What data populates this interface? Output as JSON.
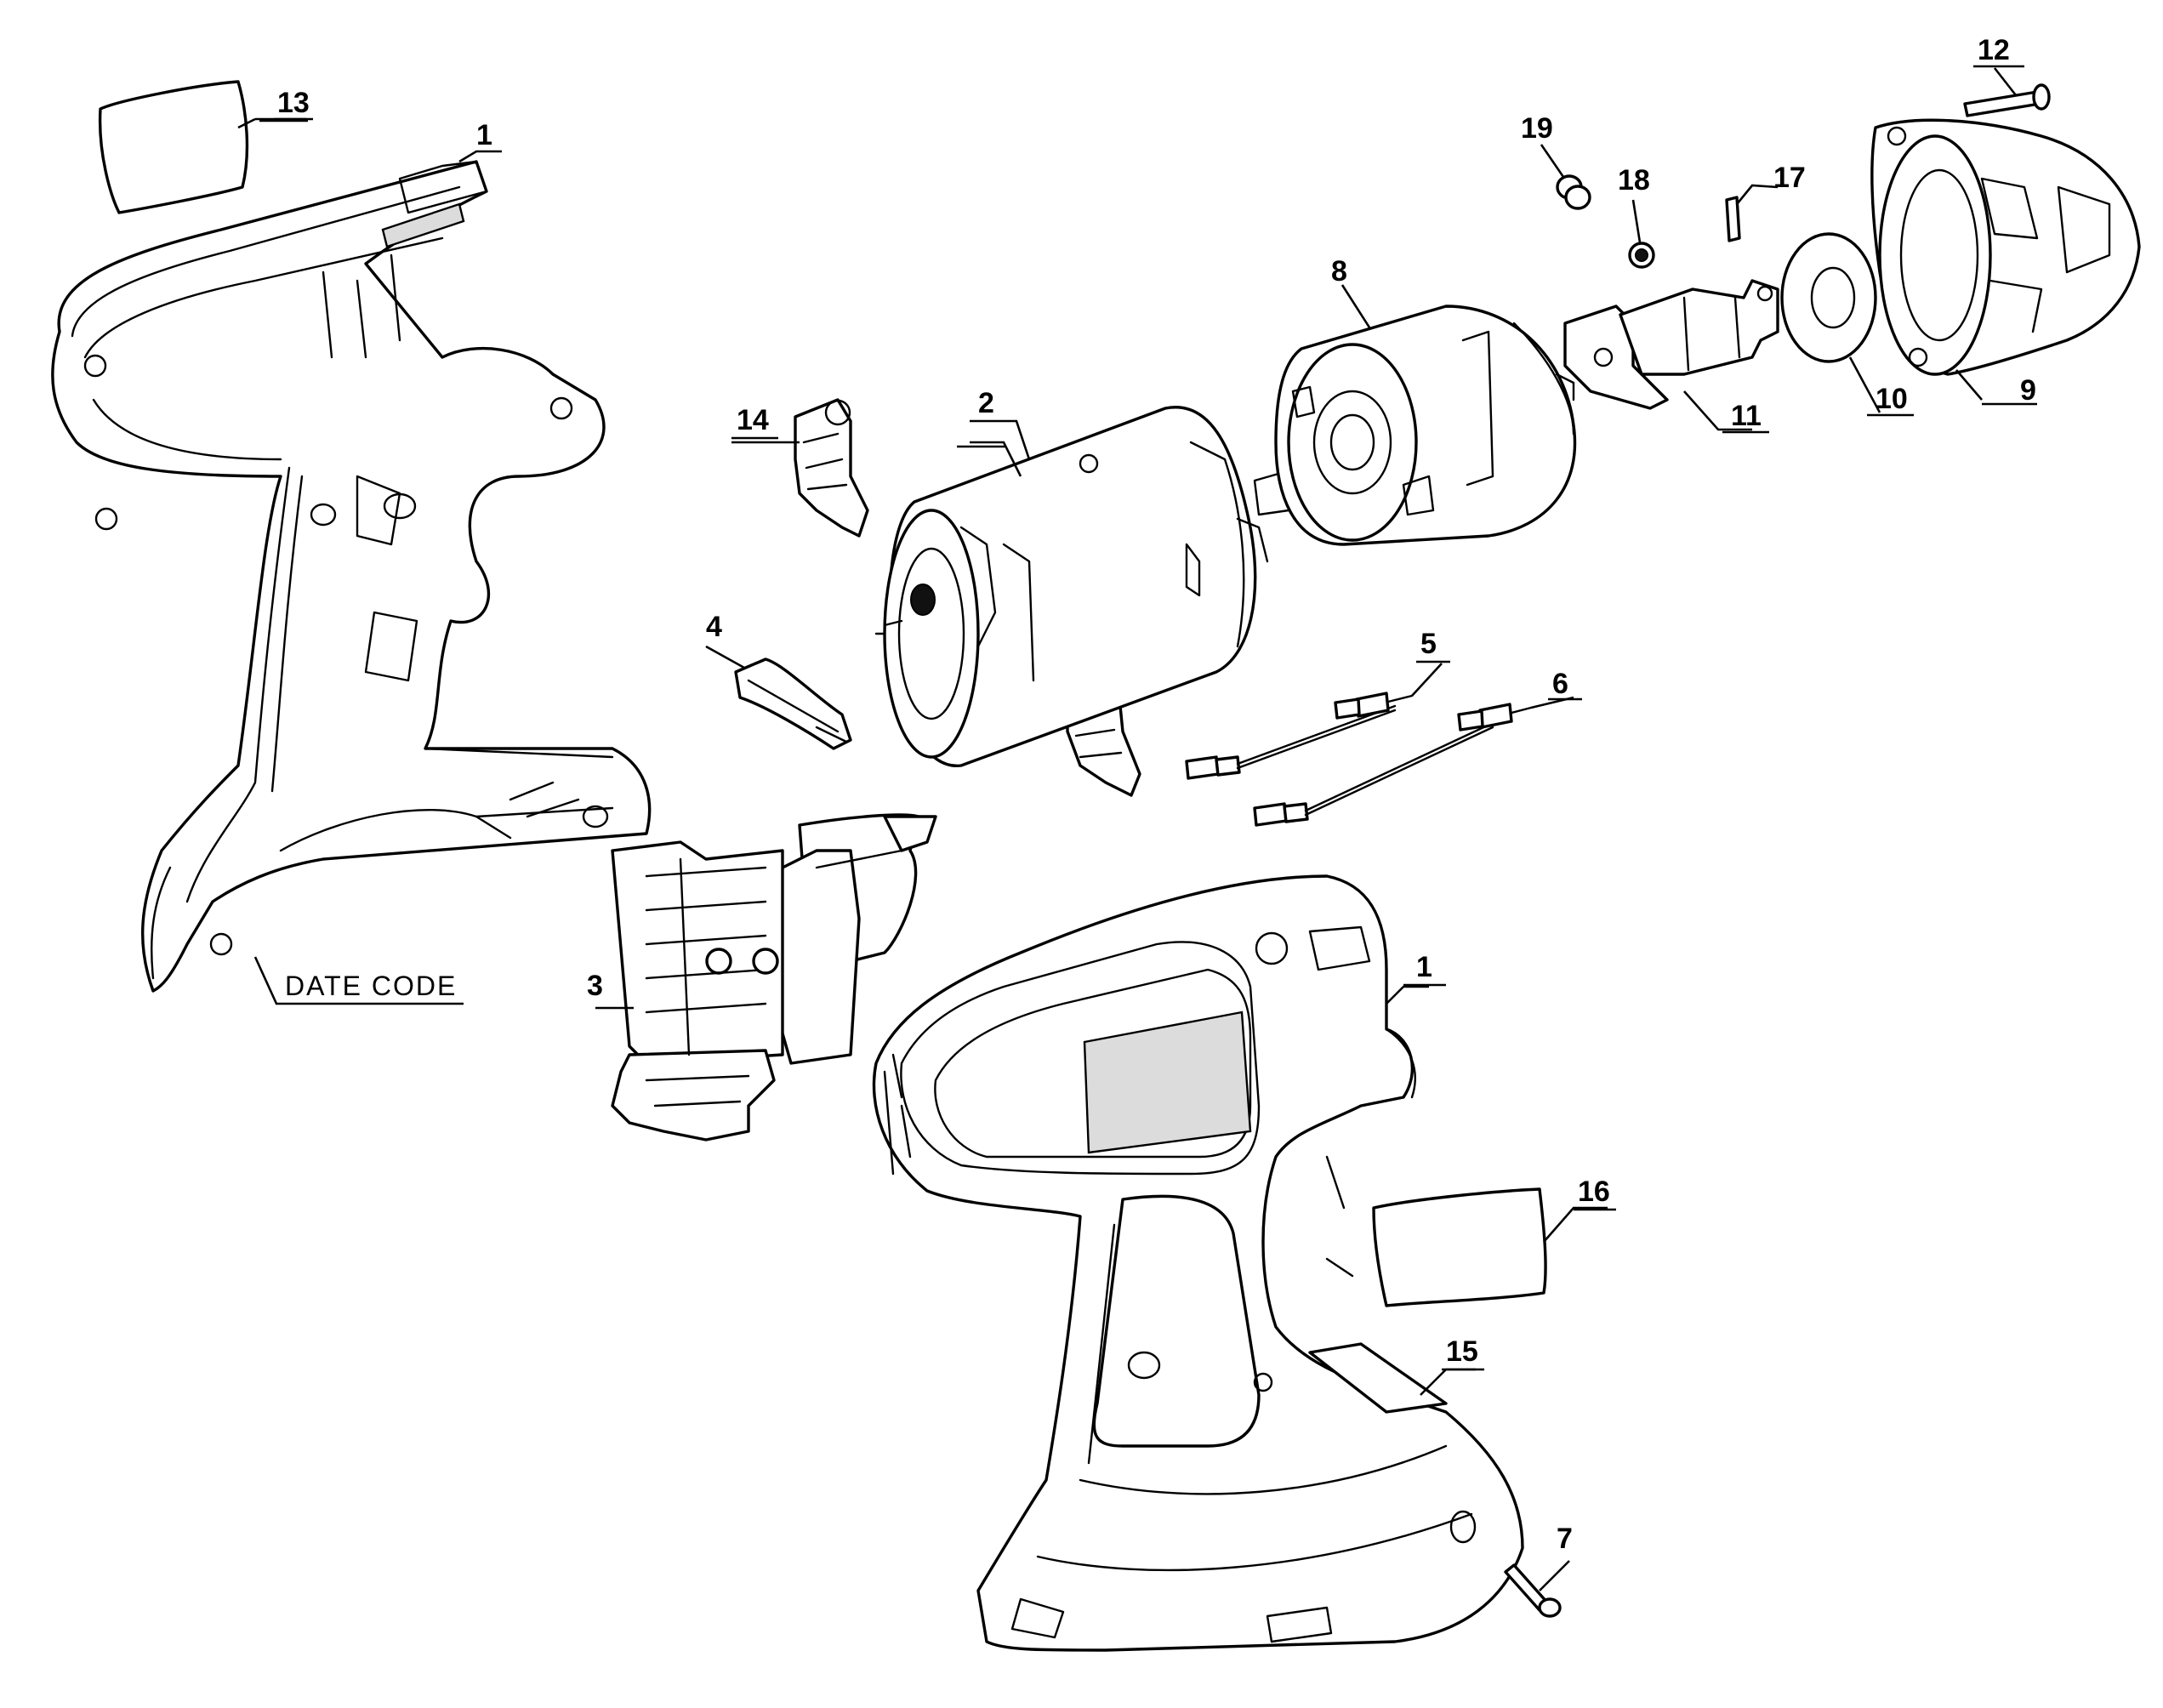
{
  "callouts": [
    {
      "id": "1",
      "text": "1"
    },
    {
      "id": "1b",
      "text": "1"
    },
    {
      "id": "2",
      "text": "2"
    },
    {
      "id": "3",
      "text": "3"
    },
    {
      "id": "4",
      "text": "4"
    },
    {
      "id": "5",
      "text": "5"
    },
    {
      "id": "6",
      "text": "6"
    },
    {
      "id": "7",
      "text": "7"
    },
    {
      "id": "8",
      "text": "8"
    },
    {
      "id": "9",
      "text": "9"
    },
    {
      "id": "10",
      "text": "10"
    },
    {
      "id": "11",
      "text": "11"
    },
    {
      "id": "12",
      "text": "12"
    },
    {
      "id": "13",
      "text": "13"
    },
    {
      "id": "14",
      "text": "14"
    },
    {
      "id": "15",
      "text": "15"
    },
    {
      "id": "16",
      "text": "16"
    },
    {
      "id": "17",
      "text": "17"
    },
    {
      "id": "18",
      "text": "18"
    },
    {
      "id": "19",
      "text": "19"
    }
  ],
  "date_code_label": "DATE CODE"
}
